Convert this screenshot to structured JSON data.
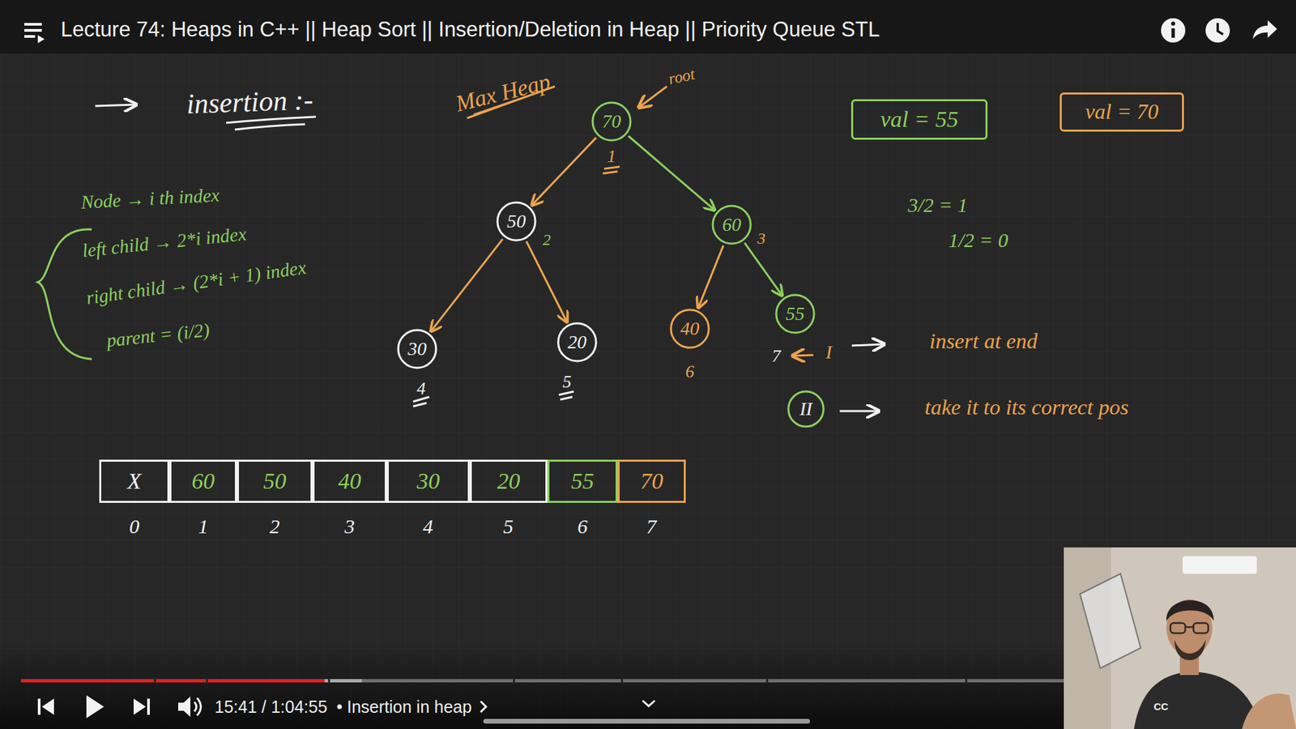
{
  "diagram": {
    "title": "Lecture 74: Heaps in C++ || Heap Sort || Insertion/Deletion in Heap || Priority Queue STL",
    "nodes": [
      {
        "text": [
          "70"
        ]
      },
      {
        "text": [
          "val = 55"
        ]
      },
      {
        "text": [
          "val = 70"
        ]
      },
      {
        "text": [
          "50"
        ]
      },
      {
        "text": [
          "60"
        ]
      },
      {
        "text": [
          "30"
        ]
      },
      {
        "text": [
          "20"
        ]
      },
      {
        "text": [
          "40"
        ]
      },
      {
        "text": [
          "55"
        ]
      },
      {
        "text": [
          "II"
        ]
      },
      {
        "text": [
          "X"
        ]
      },
      {
        "text": [
          "60"
        ]
      },
      {
        "text": [
          "50"
        ]
      },
      {
        "text": [
          "40"
        ]
      },
      {
        "text": [
          "30"
        ]
      },
      {
        "text": [
          "20"
        ]
      },
      {
        "text": [
          "55"
        ]
      },
      {
        "text": [
          "70"
        ]
      }
    ],
    "edges": [
      {
        "from": 0,
        "to": 3,
        "arrow": "to"
      },
      {
        "from": 0,
        "to": 4,
        "arrow": "to"
      },
      {
        "from": 3,
        "to": 5,
        "arrow": "to"
      },
      {
        "from": 3,
        "to": 6,
        "arrow": "to"
      },
      {
        "from": 4,
        "to": 7,
        "arrow": "to"
      },
      {
        "from": 4,
        "to": 8,
        "arrow": "to"
      }
    ],
    "labels": [
      "insertion :-",
      "Max Heap",
      "root",
      "1",
      "2",
      "3",
      "4",
      "5",
      "6",
      "7",
      "Node → i th index",
      "left child → 2*i index",
      "right child → (2*i + 1) index",
      "parent = (i/2)",
      "3/2 = 1",
      "1/2 = 0",
      "I",
      "insert at end",
      "take it to its correct pos",
      "0",
      "1",
      "2",
      "3",
      "4",
      "5",
      "6",
      "7",
      "15:41 / 1:04:55",
      "Insertion in heap",
      "CC"
    ]
  }
}
